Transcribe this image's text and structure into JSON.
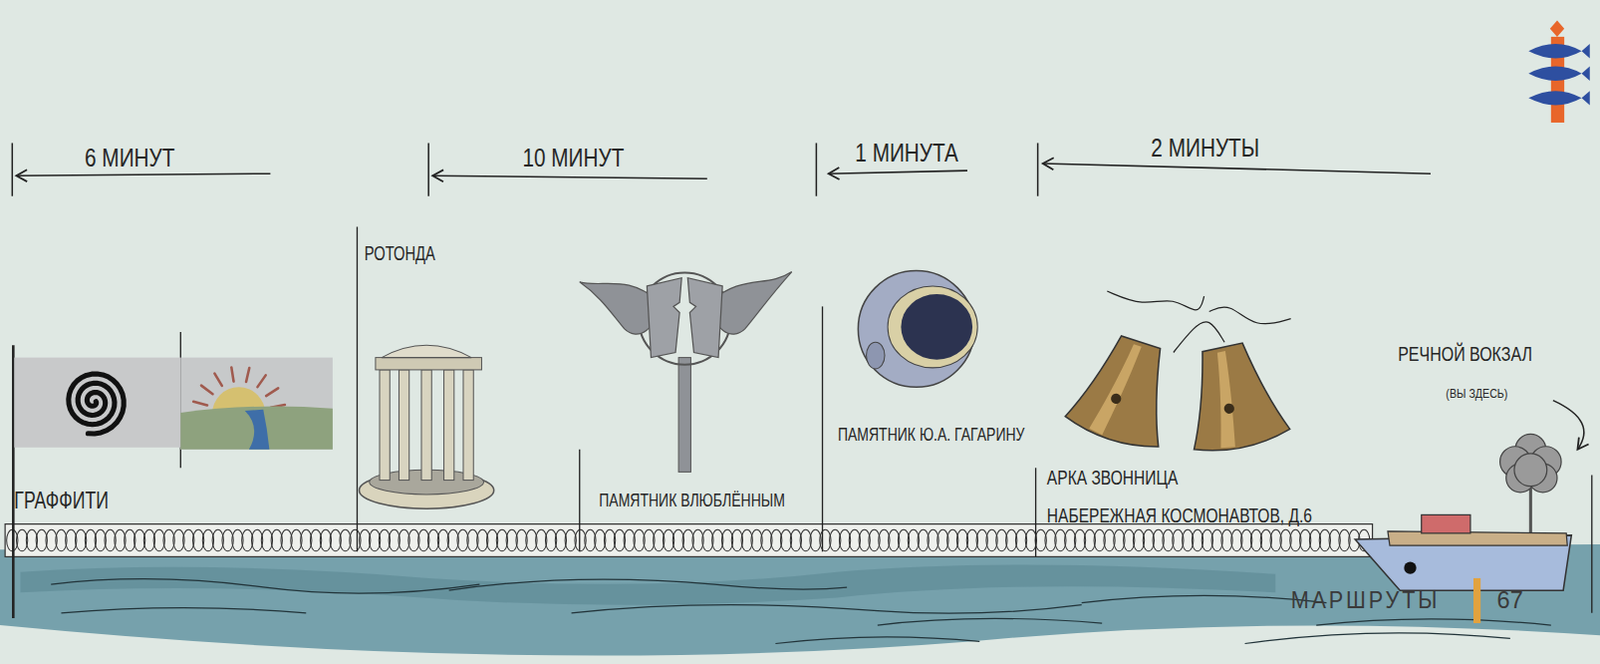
{
  "diagram": {
    "labels": [
      "6 МИНУТ",
      "10 МИНУТ",
      "1 МИНУТА",
      "2 МИНУТЫ",
      "ГРАФФИТИ",
      "РОТОНДА",
      "ПАМЯТНИК ВЛЮБЛЁННЫМ",
      "ПАМЯТНИК Ю.А. ГАГАРИНУ",
      "АРКА ЗВОННИЦА",
      "НАБЕРЕЖНАЯ КОСМОНАВТОВ, Д.6",
      "РЕЧНОЙ ВОКЗАЛ",
      "(ВЫ ЗДЕСЬ)",
      "МАРШРУТЫ",
      "67"
    ]
  }
}
